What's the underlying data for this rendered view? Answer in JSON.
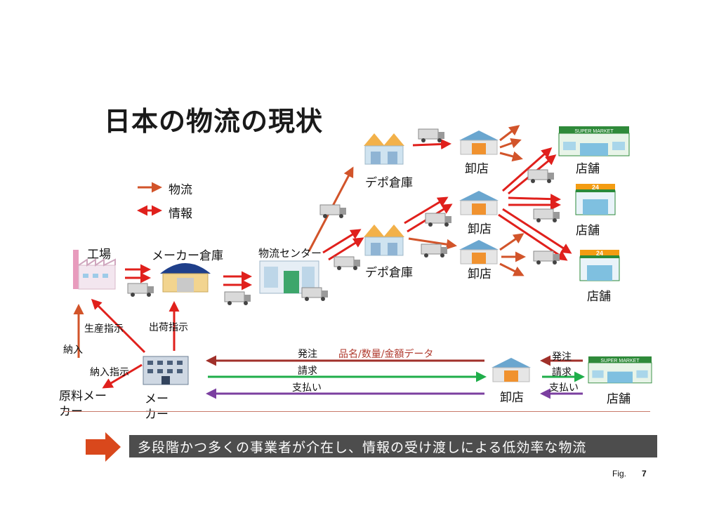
{
  "title": "日本の物流の現状",
  "legend": {
    "logistics": "物流",
    "information": "情報"
  },
  "nodes": {
    "factory": "工場",
    "maker_warehouse": "メーカー倉庫",
    "logistics_center": "物流センター",
    "depot_top": "デポ倉庫",
    "depot_bottom": "デポ倉庫",
    "wholesaler_1": "卸店",
    "wholesaler_2": "卸店",
    "wholesaler_3": "卸店",
    "store_1": "店舗",
    "store_2": "店舗",
    "store_3": "店舗",
    "raw_maker": "原料メーカー",
    "maker": "メーカー",
    "wholesaler_bottom": "卸店",
    "store_bottom": "店舗"
  },
  "flows": {
    "production_instruction": "生産指示",
    "shipping_instruction": "出荷指示",
    "delivery": "納入",
    "delivery_instruction": "納入指示",
    "order": "発注",
    "order_data": "品名/数量/金額データ",
    "invoice": "請求",
    "payment": "支払い",
    "order_right": "発注",
    "invoice_right": "請求",
    "payment_right": "支払い"
  },
  "store_signs": {
    "supermarket": "SUPER MARKET",
    "convenience": "24"
  },
  "conclusion": "多段階かつ多くの事業者が介在し、情報の受け渡しによる低効率な物流",
  "figure": {
    "label": "Fig.",
    "number": "7"
  },
  "colors": {
    "logistics_arrow": "#d2542a",
    "info_arrow": "#e0201c",
    "order_arrow": "#a0302a",
    "invoice_arrow": "#1fae4a",
    "payment_arrow": "#7b3fa0",
    "banner_bg": "#4d4d4d",
    "callout_arrow": "#d9481c"
  }
}
